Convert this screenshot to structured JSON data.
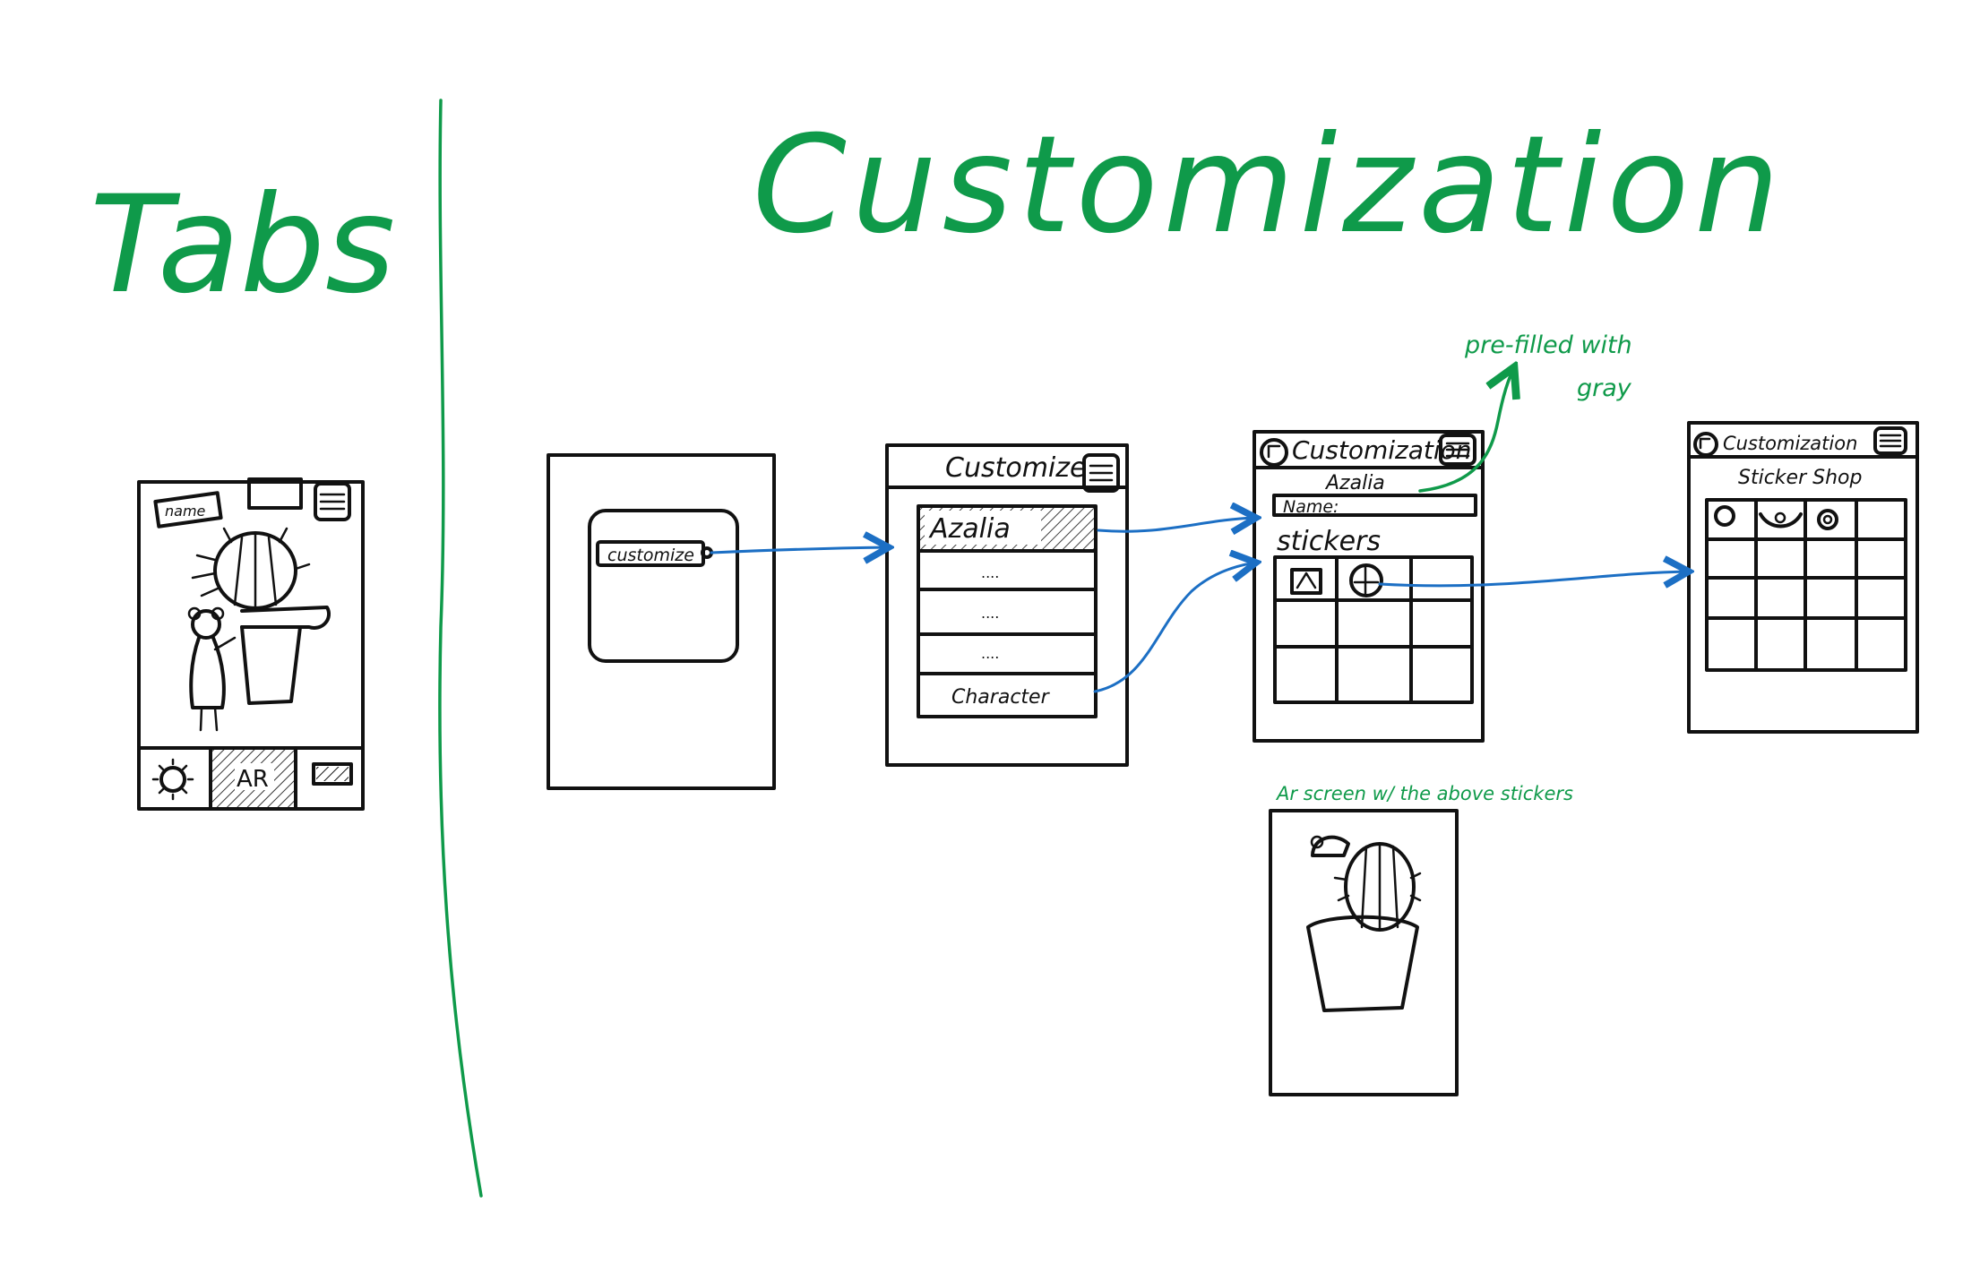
{
  "headings": {
    "tabs": "Tabs",
    "customization": "Customization"
  },
  "tabs_screen": {
    "name_label": "name",
    "ar_tab": "AR"
  },
  "screen1": {
    "customize_button": "customize"
  },
  "screen2": {
    "title": "Customize",
    "list_items": [
      "Azalia",
      "....",
      "....",
      "....",
      "Character"
    ]
  },
  "screen3": {
    "title": "Customization",
    "character_name": "Azalia",
    "name_field_label": "Name:",
    "stickers_label": "stickers"
  },
  "screen4": {
    "title": "Customization",
    "subtitle": "Sticker Shop"
  },
  "annotations": {
    "prefilled": "pre-filled with",
    "prefilled2": "gray",
    "ar_note": "Ar screen w/ the above stickers"
  },
  "colors": {
    "heading_green": "#0f9a4a",
    "arrow_blue": "#1c6fc4",
    "ink": "#111111"
  }
}
